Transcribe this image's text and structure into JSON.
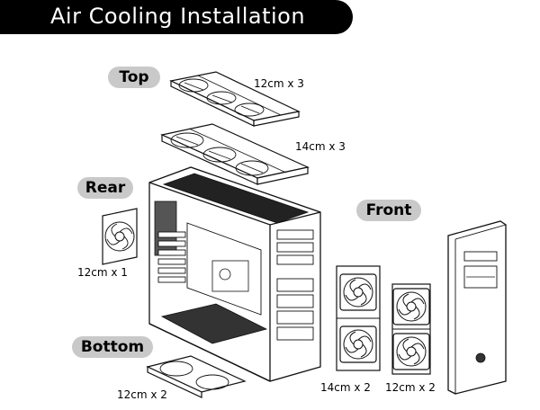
{
  "title": "Air Cooling Installation",
  "sections": {
    "top": "Top",
    "rear": "Rear",
    "front": "Front",
    "bottom": "Bottom"
  },
  "fans": {
    "top_upper": "12cm x 3",
    "top_lower": "14cm x 3",
    "rear": "12cm x 1",
    "bottom": "12cm x 2",
    "front_left": "14cm x 2",
    "front_right": "12cm x 2"
  },
  "colors": {
    "title_bar": "#000000",
    "pill": "#c9c9c9",
    "line_art": "#111111"
  }
}
